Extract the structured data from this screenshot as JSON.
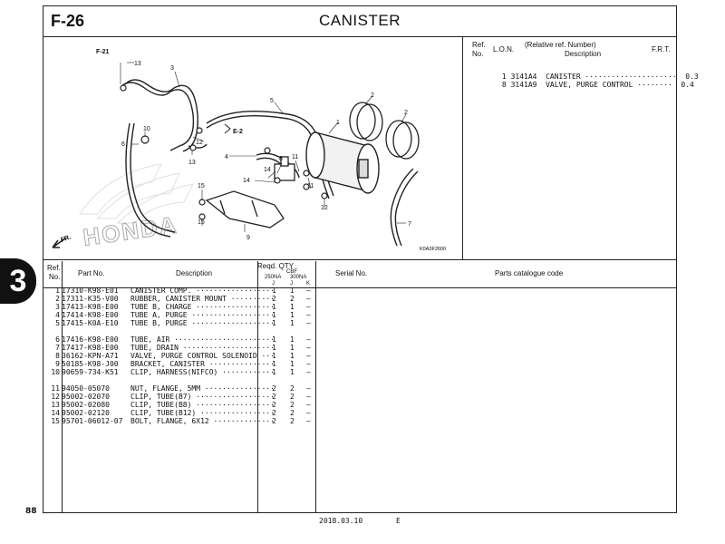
{
  "header": {
    "fig_code": "F-26",
    "title": "CANISTER"
  },
  "section_tab": "3",
  "page_number": "88",
  "footer": {
    "date": "2018.03.10",
    "edition": "E"
  },
  "diagram": {
    "callouts": [
      "F-21",
      "13",
      "3",
      "5",
      "2",
      "2",
      "1",
      "10",
      "6",
      "12",
      "E-2",
      "4",
      "8",
      "11",
      "13",
      "14",
      "14",
      "15",
      "15",
      "11",
      "12",
      "7",
      "9"
    ],
    "watermark": "HONDA",
    "fr_label": "FR.",
    "image_code": "K0A3F2600"
  },
  "ref_panel": {
    "h_ref": "Ref.",
    "h_no": "No.",
    "h_lon": "L.O.N.",
    "h_relative": "(Relative ref. Number)",
    "h_desc": "Description",
    "h_frt": "F.R.T.",
    "rows": [
      {
        "ref": "1",
        "lon": "3141A4",
        "desc": "CANISTER",
        "frt": "0.3"
      },
      {
        "ref": "8",
        "lon": "3141A9",
        "desc": "VALVE, PURGE CONTROL",
        "frt": "0.4"
      }
    ]
  },
  "parts_table": {
    "h_ref": "Ref.",
    "h_no": "No.",
    "h_part_no": "Part No.",
    "h_desc": "Description",
    "h_reqd": "Reqd. QTY",
    "h_cbf": "CBF",
    "h_250": "250NA",
    "h_300": "300NA",
    "h_col1": "J",
    "h_col2": "J",
    "h_col3": "K",
    "h_serial": "Serial No.",
    "h_catalogue": "Parts catalogue code",
    "rows": [
      {
        "ref": "1",
        "part": "17310-K98-E01",
        "desc": "CANISTER COMP.",
        "q1": "1",
        "q2": "1",
        "q3": "–"
      },
      {
        "ref": "2",
        "part": "17311-K35-V00",
        "desc": "RUBBER, CANISTER MOUNT",
        "q1": "2",
        "q2": "2",
        "q3": "–"
      },
      {
        "ref": "3",
        "part": "17413-K98-E00",
        "desc": "TUBE B, CHARGE",
        "q1": "1",
        "q2": "1",
        "q3": "–"
      },
      {
        "ref": "4",
        "part": "17414-K98-E00",
        "desc": "TUBE A, PURGE",
        "q1": "1",
        "q2": "1",
        "q3": "–"
      },
      {
        "ref": "5",
        "part": "17415-K0A-E10",
        "desc": "TUBE B, PURGE",
        "q1": "1",
        "q2": "1",
        "q3": "–"
      },
      {
        "ref": "6",
        "part": "17416-K98-E00",
        "desc": "TUBE, AIR",
        "q1": "1",
        "q2": "1",
        "q3": "–"
      },
      {
        "ref": "7",
        "part": "17417-K98-E00",
        "desc": "TUBE, DRAIN",
        "q1": "1",
        "q2": "1",
        "q3": "–"
      },
      {
        "ref": "8",
        "part": "36162-KPN-A71",
        "desc": "VALVE, PURGE CONTROL SOLENOID",
        "q1": "1",
        "q2": "1",
        "q3": "–"
      },
      {
        "ref": "9",
        "part": "50185-K98-J00",
        "desc": "BRACKET, CANISTER",
        "q1": "1",
        "q2": "1",
        "q3": "–"
      },
      {
        "ref": "10",
        "part": "90659-734-K51",
        "desc": "CLIP, HARNESS(NIFCO)",
        "q1": "1",
        "q2": "1",
        "q3": "–"
      },
      {
        "ref": "11",
        "part": "94050-05070",
        "desc": "NUT, FLANGE, 5MM",
        "q1": "2",
        "q2": "2",
        "q3": "–"
      },
      {
        "ref": "12",
        "part": "95002-02070",
        "desc": "CLIP, TUBE(B7)",
        "q1": "2",
        "q2": "2",
        "q3": "–"
      },
      {
        "ref": "13",
        "part": "95002-02080",
        "desc": "CLIP, TUBE(B8)",
        "q1": "2",
        "q2": "2",
        "q3": "–"
      },
      {
        "ref": "14",
        "part": "95002-02120",
        "desc": "CLIP, TUBE(B12)",
        "q1": "2",
        "q2": "2",
        "q3": "–"
      },
      {
        "ref": "15",
        "part": "95701-06012-07",
        "desc": "BOLT, FLANGE, 6X12",
        "q1": "2",
        "q2": "2",
        "q3": "–"
      }
    ]
  }
}
